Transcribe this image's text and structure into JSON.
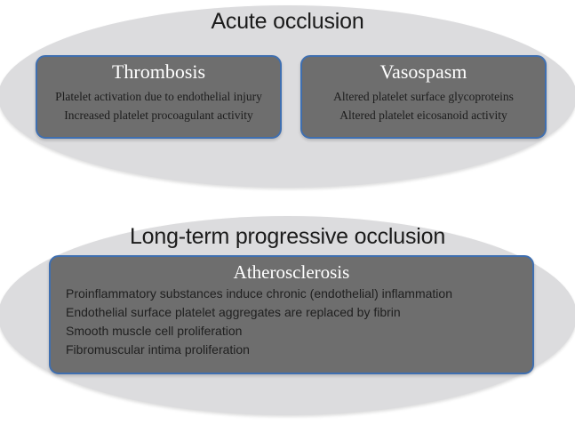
{
  "diagram": {
    "groups": [
      {
        "id": "acute",
        "title": "Acute occlusion",
        "boxes": [
          {
            "id": "thrombosis",
            "title": "Thrombosis",
            "lines": [
              "Platelet activation due to endothelial injury",
              "Increased platelet procoagulant activity"
            ]
          },
          {
            "id": "vasospasm",
            "title": "Vasospasm",
            "lines": [
              "Altered platelet surface glycoproteins",
              "Altered platelet eicosanoid activity"
            ]
          }
        ]
      },
      {
        "id": "longterm",
        "title": "Long-term progressive occlusion",
        "boxes": [
          {
            "id": "atherosclerosis",
            "title": "Atherosclerosis",
            "lines": [
              "Proinflammatory substances induce chronic (endothelial) inflammation",
              "Endothelial surface platelet aggregates are replaced by fibrin",
              "Smooth muscle cell proliferation",
              "Fibromuscular intima proliferation"
            ]
          }
        ]
      }
    ]
  },
  "colors": {
    "ellipse_fill": "#dcdcde",
    "box_fill": "#6e6e6e",
    "box_border": "#3f6fb0",
    "title_text": "#1b1b1b",
    "box_title_text": "#ffffff",
    "box_body_text": "#1c1c1c",
    "background": "#ffffff"
  }
}
